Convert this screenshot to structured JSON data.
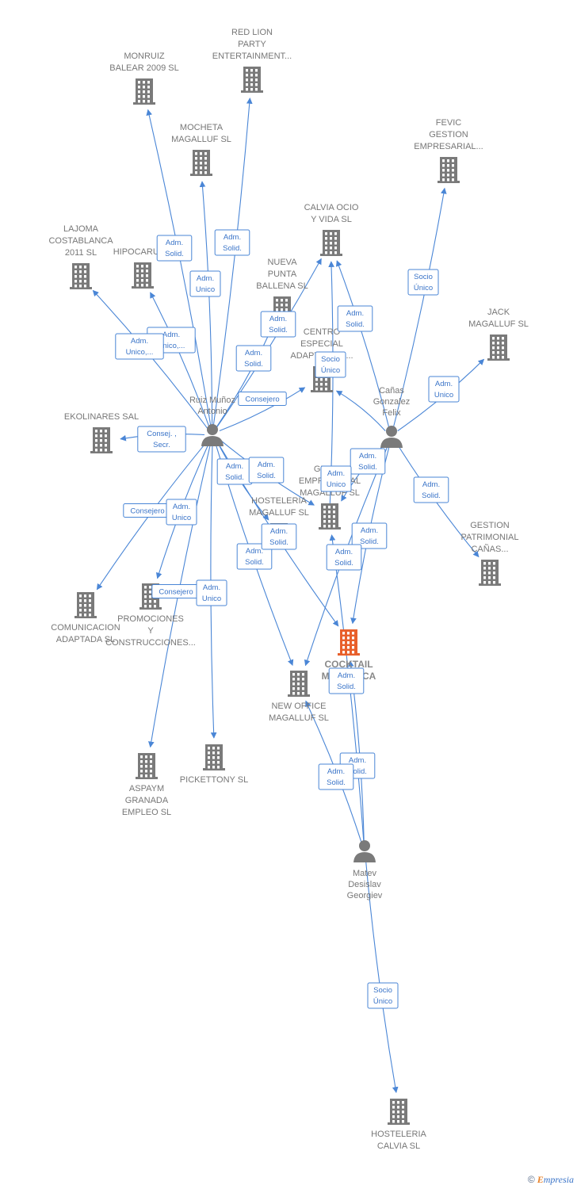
{
  "colors": {
    "edge": "#4a86d6",
    "company": "#7a7a7a",
    "focus_company": "#e8602c",
    "person": "#7a7a7a"
  },
  "nodes": [
    {
      "id": "monruiz",
      "kind": "company",
      "icon": "building-icon",
      "lines": [
        "MONRUIZ",
        "BALEAR 2009 SL"
      ]
    },
    {
      "id": "redlion",
      "kind": "company",
      "icon": "building-icon",
      "lines": [
        "RED LION",
        "PARTY",
        "ENTERTAINMENT..."
      ]
    },
    {
      "id": "mocheta",
      "kind": "company",
      "icon": "building-icon",
      "lines": [
        "MOCHETA",
        "MAGALLUF  SL"
      ]
    },
    {
      "id": "fevic",
      "kind": "company",
      "icon": "building-icon",
      "lines": [
        "FEVIC",
        "GESTION",
        "EMPRESARIAL..."
      ]
    },
    {
      "id": "calvia_ocio",
      "kind": "company",
      "icon": "building-icon",
      "lines": [
        "CALVIA OCIO",
        "Y VIDA  SL"
      ]
    },
    {
      "id": "lajoma",
      "kind": "company",
      "icon": "building-icon",
      "lines": [
        "LAJOMA",
        "COSTABLANCA",
        "2011 SL"
      ]
    },
    {
      "id": "hipocarus",
      "kind": "company",
      "icon": "building-icon",
      "lines": [
        "HIPOCARUS..."
      ]
    },
    {
      "id": "nueva_punta",
      "kind": "company",
      "icon": "building-icon",
      "lines": [
        "NUEVA",
        "PUNTA",
        "BALLENA  SL"
      ]
    },
    {
      "id": "centro",
      "kind": "company",
      "icon": "building-icon",
      "lines": [
        "CENTRO",
        "ESPECIAL",
        "ADAPTADO S..."
      ]
    },
    {
      "id": "jack",
      "kind": "company",
      "icon": "building-icon",
      "lines": [
        "JACK",
        "MAGALLUF  SL"
      ]
    },
    {
      "id": "ruiz",
      "kind": "person",
      "icon": "person-icon",
      "lines": [
        "Ruiz Muñoz",
        "Antonio"
      ]
    },
    {
      "id": "canas",
      "kind": "person",
      "icon": "person-icon",
      "lines": [
        "Cañas",
        "Gonzalez",
        "Felix"
      ]
    },
    {
      "id": "ekolinares",
      "kind": "company",
      "icon": "building-icon",
      "lines": [
        "EKOLINARES SAL"
      ]
    },
    {
      "id": "grupo",
      "kind": "company",
      "icon": "building-icon",
      "lines": [
        "GRUPO",
        "EMPRESARIAL",
        "MAGALLUF  SL"
      ]
    },
    {
      "id": "hosteleria_mag",
      "kind": "company",
      "icon": "building-icon",
      "lines": [
        "HOSTELERIA",
        "MAGALLUF  SL"
      ]
    },
    {
      "id": "gestion_patr",
      "kind": "company",
      "icon": "building-icon",
      "lines": [
        "GESTION",
        "PATRIMONIAL",
        "CAÑAS..."
      ]
    },
    {
      "id": "comunicacion",
      "kind": "company",
      "icon": "building-icon",
      "lines": [
        "COMUNICACION",
        "ADAPTADA  SL"
      ]
    },
    {
      "id": "promociones",
      "kind": "company",
      "icon": "building-icon",
      "lines": [
        "PROMOCIONES",
        "Y",
        "CONSTRUCCIONES..."
      ]
    },
    {
      "id": "cocktail",
      "kind": "focus",
      "icon": "building-icon",
      "lines": [
        "COCKTAIL",
        "MALLORCA"
      ]
    },
    {
      "id": "new_office",
      "kind": "company",
      "icon": "building-icon",
      "lines": [
        "NEW OFFICE",
        "MAGALLUF  SL"
      ]
    },
    {
      "id": "aspaym",
      "kind": "company",
      "icon": "building-icon",
      "lines": [
        "ASPAYM",
        "GRANADA",
        "EMPLEO SL"
      ]
    },
    {
      "id": "pickettony",
      "kind": "company",
      "icon": "building-icon",
      "lines": [
        "PICKETTONY SL"
      ]
    },
    {
      "id": "matev",
      "kind": "person",
      "icon": "person-icon",
      "lines": [
        "Matev",
        "Desislav",
        "Georgiev"
      ]
    },
    {
      "id": "hosteleria_calvia",
      "kind": "company",
      "icon": "building-icon",
      "lines": [
        "HOSTELERIA",
        "CALVIA  SL"
      ]
    }
  ],
  "edges": [
    {
      "from": "ruiz",
      "to": "monruiz",
      "role": [
        "Adm.",
        "Solid."
      ]
    },
    {
      "from": "ruiz",
      "to": "redlion",
      "role": [
        "Adm.",
        "Solid."
      ]
    },
    {
      "from": "ruiz",
      "to": "mocheta",
      "role": [
        "Adm.",
        "Unico"
      ]
    },
    {
      "from": "ruiz",
      "to": "lajoma",
      "role": [
        "Adm.",
        "Unico,..."
      ]
    },
    {
      "from": "ruiz",
      "to": "hipocarus",
      "role": [
        "Adm.",
        "Unico,..."
      ]
    },
    {
      "from": "ruiz",
      "to": "calvia_ocio",
      "role": [
        "Adm.",
        "Solid."
      ]
    },
    {
      "from": "ruiz",
      "to": "nueva_punta",
      "role": [
        "Adm.",
        "Solid."
      ]
    },
    {
      "from": "ruiz",
      "to": "centro",
      "role": [
        "Consejero"
      ]
    },
    {
      "from": "ruiz",
      "to": "ekolinares",
      "role": [
        "Consej. ,",
        "Secr."
      ]
    },
    {
      "from": "ruiz",
      "to": "comunicacion",
      "role": [
        "Consejero"
      ]
    },
    {
      "from": "ruiz",
      "to": "promociones",
      "role": [
        "Adm.",
        "Unico"
      ]
    },
    {
      "from": "ruiz",
      "to": "aspaym",
      "role": [
        "Consejero"
      ]
    },
    {
      "from": "ruiz",
      "to": "pickettony",
      "role": [
        "Adm.",
        "Unico"
      ]
    },
    {
      "from": "ruiz",
      "to": "hosteleria_mag",
      "role": [
        "Adm.",
        "Solid."
      ]
    },
    {
      "from": "ruiz",
      "to": "grupo",
      "role": [
        "Adm.",
        "Solid."
      ]
    },
    {
      "from": "ruiz",
      "to": "new_office",
      "role": [
        "Adm.",
        "Solid."
      ]
    },
    {
      "from": "ruiz",
      "to": "cocktail",
      "role": [
        "Adm.",
        "Solid."
      ]
    },
    {
      "from": "canas",
      "to": "fevic",
      "role": [
        "Socio",
        "Único"
      ]
    },
    {
      "from": "canas",
      "to": "calvia_ocio",
      "role": [
        "Adm.",
        "Solid."
      ]
    },
    {
      "from": "canas",
      "to": "centro",
      "role": [
        "Socio",
        "Único"
      ]
    },
    {
      "from": "canas",
      "to": "jack",
      "role": [
        "Adm.",
        "Unico"
      ]
    },
    {
      "from": "canas",
      "to": "gestion_patr",
      "role": [
        "Adm.",
        "Solid."
      ]
    },
    {
      "from": "canas",
      "to": "grupo",
      "role": [
        "Adm.",
        "Solid."
      ]
    },
    {
      "from": "canas",
      "to": "cocktail",
      "role": [
        "Adm.",
        "Solid."
      ]
    },
    {
      "from": "canas",
      "to": "new_office",
      "role": [
        "Adm.",
        "Solid."
      ]
    },
    {
      "from": "matev",
      "to": "cocktail",
      "role": [
        "Adm.",
        "Solid."
      ]
    },
    {
      "from": "matev",
      "to": "new_office",
      "role": [
        "Adm.",
        "Solid."
      ]
    },
    {
      "from": "matev",
      "to": "grupo",
      "role": [
        "Adm.",
        "Solid."
      ]
    },
    {
      "from": "matev",
      "to": "hosteleria_calvia",
      "role": [
        "Adm.",
        "Unico"
      ]
    },
    {
      "from": "grupo",
      "to": "calvia_ocio",
      "role": [
        "Socio",
        "Único"
      ]
    }
  ],
  "copyright": {
    "symbol": "©",
    "brand_initial": "E",
    "brand_rest": "mpresia"
  }
}
